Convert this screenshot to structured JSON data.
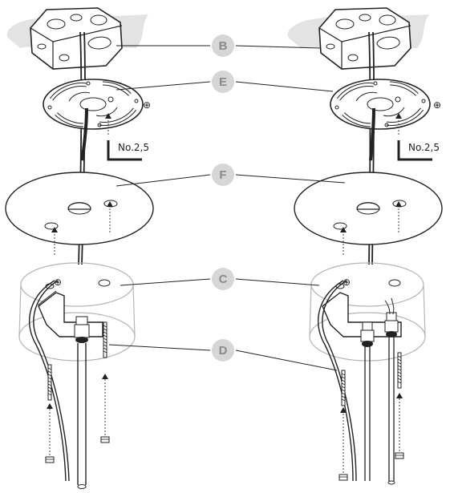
{
  "callouts": {
    "b": "B",
    "e": "E",
    "f": "F",
    "c": "C",
    "d": "D"
  },
  "wrench": {
    "left": "No.2,5",
    "right": "No.2,5"
  },
  "symbols": {
    "ground": "⊕"
  },
  "colors": {
    "callout_fill": "#d6d6d6",
    "callout_text": "#8a8a8a",
    "ceiling": "#e3e3e3",
    "line": "#222222"
  },
  "icons": [
    "junction-box-icon",
    "mounting-plate-icon",
    "canopy-icon",
    "hex-key-icon",
    "ground-symbol-icon",
    "cable-gland-icon",
    "screw-icon",
    "nut-icon"
  ]
}
